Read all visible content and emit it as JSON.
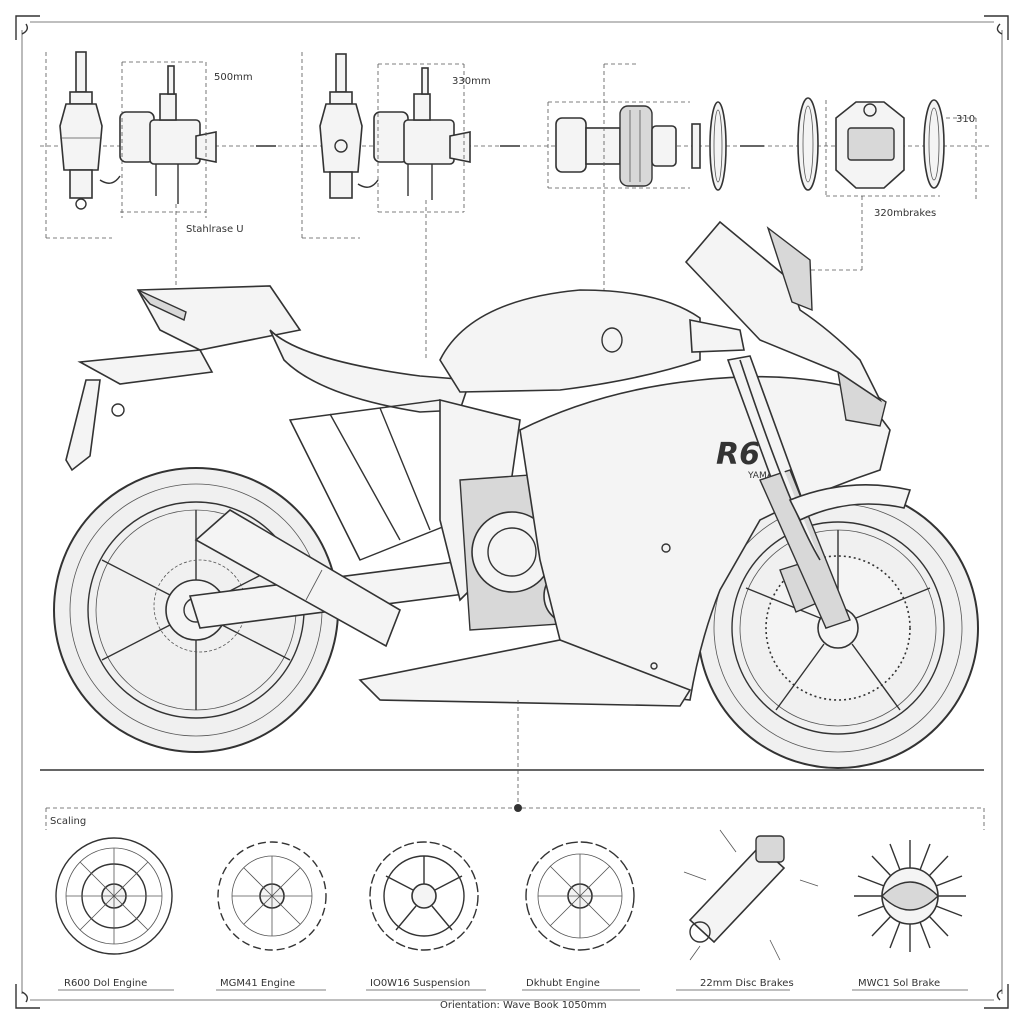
{
  "top_dims": {
    "dim_1": "500mm",
    "dim_2": "330mm",
    "dim_3": "310",
    "sub_1": "Stahlrase U",
    "sub_2": "320mbrakes"
  },
  "fairing_badge": "R6",
  "fairing_badge_sub": "YAMAHA",
  "bottom_section_label": "Scaling",
  "parts": [
    {
      "label": "R600 Dol Engine"
    },
    {
      "label": "MGM41 Engine"
    },
    {
      "label": "IO0W16 Suspension"
    },
    {
      "label": "Dkhubt Engine"
    },
    {
      "label": "22mm Disc Brakes"
    },
    {
      "label": "MWC1 Sol Brake"
    }
  ],
  "footer": "Orientation: Wave Book 1050mm"
}
